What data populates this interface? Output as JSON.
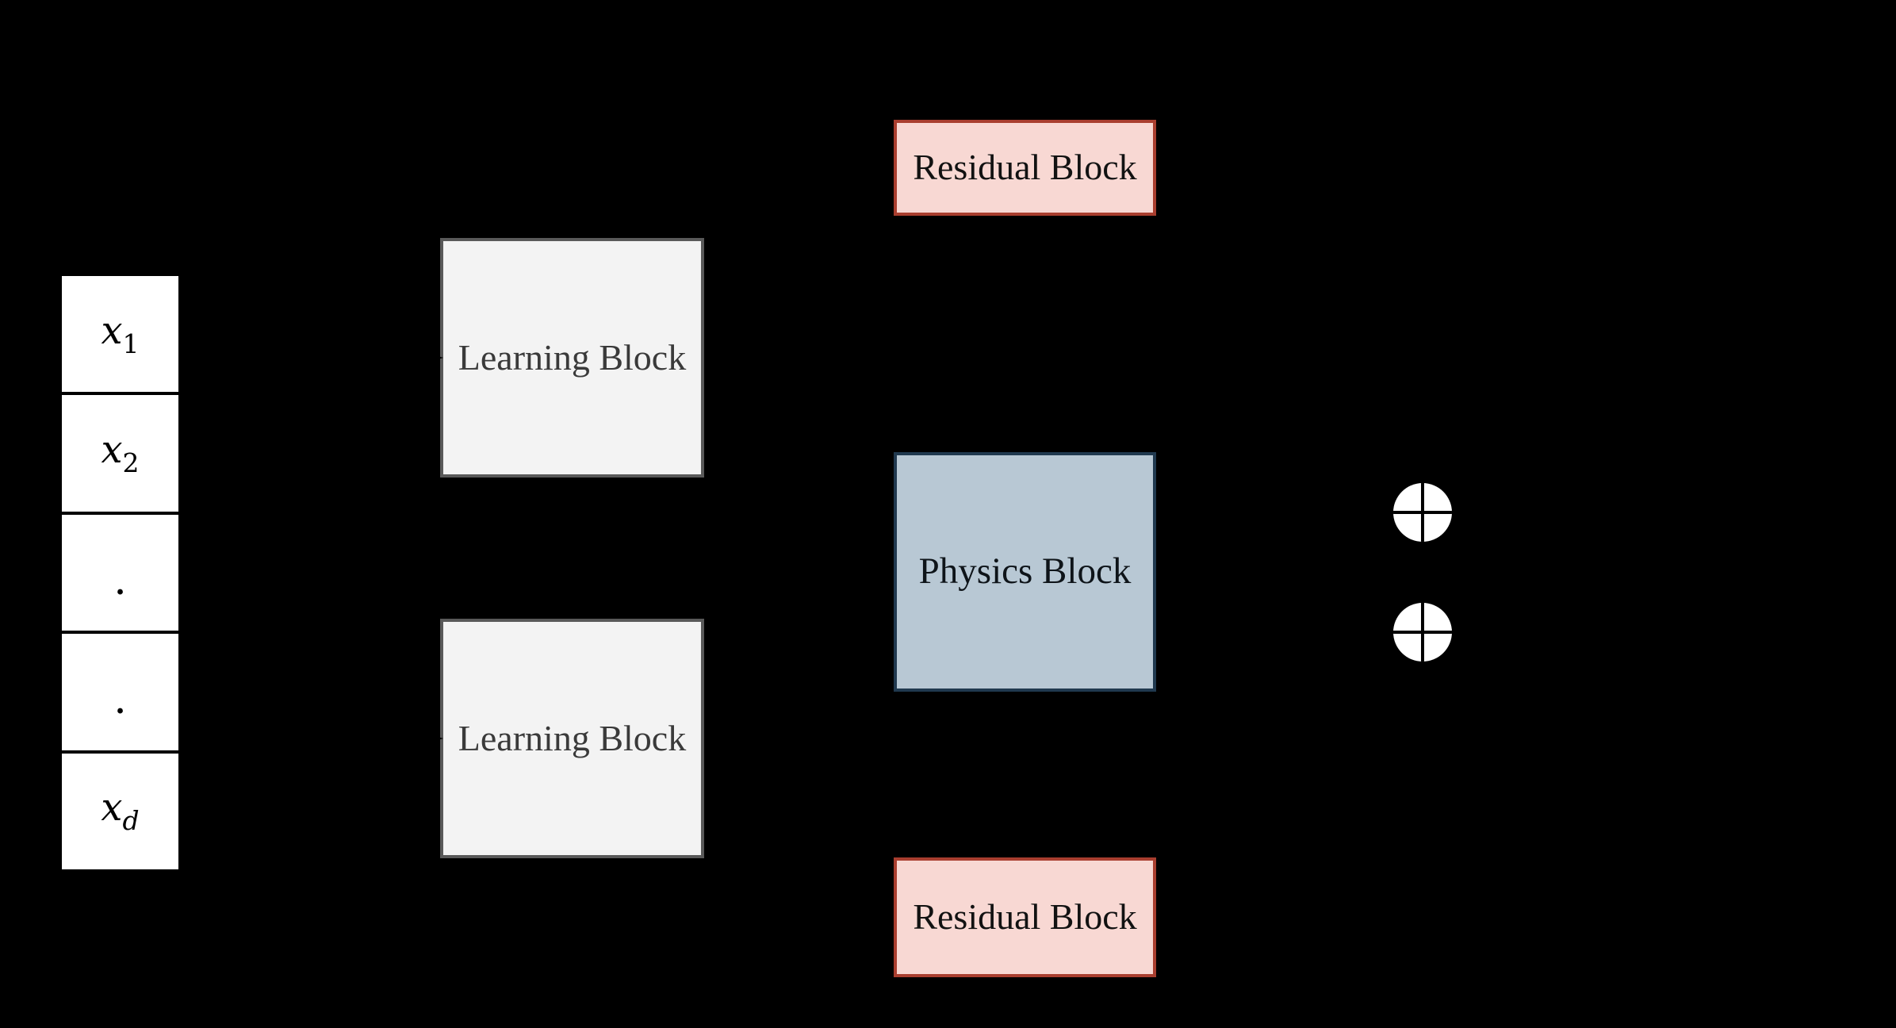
{
  "diagram": {
    "type": "neural-network-architecture",
    "background_color": "#000000"
  },
  "vector": {
    "cells": [
      {
        "text": "x",
        "sub": "1"
      },
      {
        "text": "x",
        "sub": "2"
      },
      {
        "text": ".",
        "sub": ""
      },
      {
        "text": ".",
        "sub": ""
      },
      {
        "text": "x",
        "sub": "d"
      }
    ],
    "fill": "#ffffff",
    "divider_color": "#000000"
  },
  "blocks": {
    "learning_top": {
      "label": "Learning Block",
      "fill": "#f3f3f3",
      "border": "#595959",
      "text_color": "#3a3a3a"
    },
    "learning_bottom": {
      "label": "Learning Block",
      "fill": "#f3f3f3",
      "border": "#595959",
      "text_color": "#3a3a3a"
    },
    "physics": {
      "label": "Physics Block",
      "fill": "#b8c8d4",
      "border": "#20394f",
      "text_color": "#0e1419"
    },
    "residual_top": {
      "label": "Residual Block",
      "fill": "#f8d8d3",
      "border": "#a93e2f",
      "text_color": "#121212"
    },
    "residual_bottom": {
      "label": "Residual Block",
      "fill": "#f8d8d3",
      "border": "#a93e2f",
      "text_color": "#121212"
    }
  },
  "icons": {
    "sum_node_top": "circled-plus",
    "sum_node_bottom": "circled-plus",
    "sum_node_fill": "#ffffff",
    "sum_node_cross_color": "#000000"
  }
}
